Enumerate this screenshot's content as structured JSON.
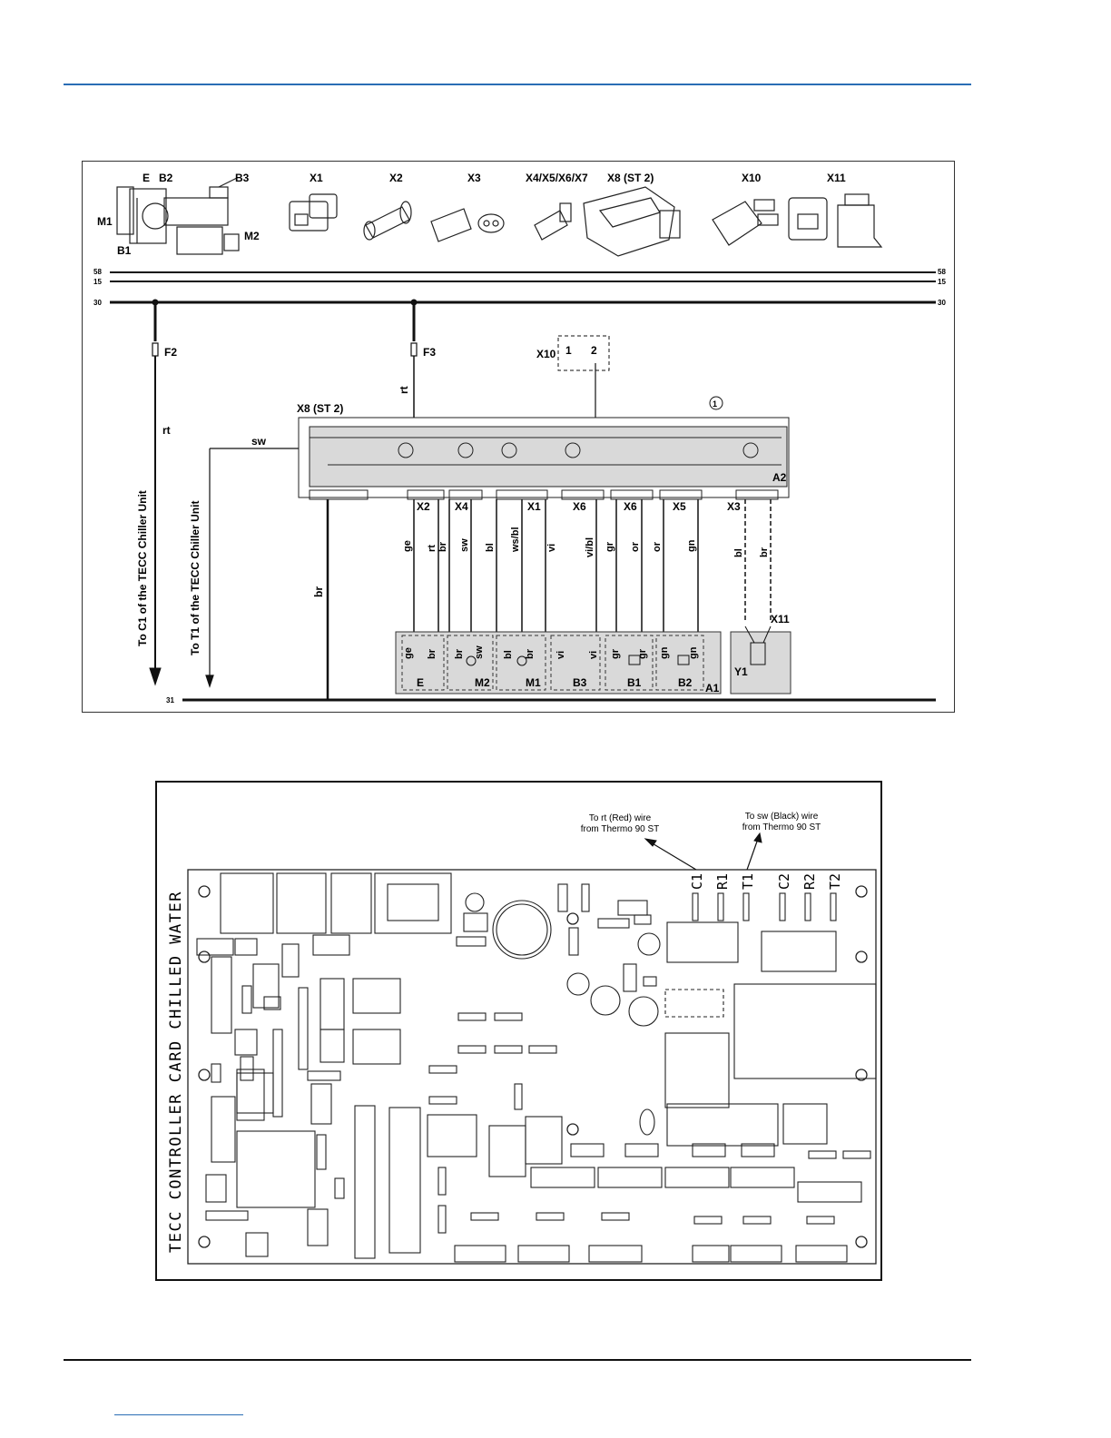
{
  "wiring": {
    "components": {
      "heater": [
        "E",
        "B2",
        "B3",
        "M1",
        "B1",
        "M2"
      ],
      "x1": "X1",
      "x2": "X2",
      "x3": "X3",
      "x4to7": "X4/X5/X6/X7",
      "x8": "X8  (ST  2)",
      "x10": "X10",
      "x11": "X11"
    },
    "rails": {
      "r58": "58",
      "r15": "15",
      "r30": "30",
      "r31": "31"
    },
    "fuses": {
      "f2": "F2",
      "f3": "F3"
    },
    "x10_box": {
      "label": "X10",
      "pin1": "1",
      "pin2": "2"
    },
    "controller": {
      "label": "X8  (ST  2)",
      "circle": "1",
      "a2": "A2"
    },
    "side_wires": {
      "rt": "rt",
      "sw": "sw",
      "br": "br",
      "to_c1": "To C1 of the TECC Chiller Unit",
      "to_t1": "To T1 of the TECC Chiller Unit"
    },
    "plugs": [
      "X2",
      "X4",
      "X1",
      "X6",
      "X6",
      "X5",
      "X3"
    ],
    "bottom_plugs": [
      "A1",
      "X11"
    ],
    "wire_colors": [
      "ge",
      "rt",
      "br",
      "sw",
      "bl",
      "ws/bl",
      "vi",
      "vi/bl",
      "gr",
      "or",
      "or",
      "gn",
      "bl",
      "br"
    ],
    "device_pins": [
      "ge",
      "br",
      "br",
      "sw",
      "bl",
      "br",
      "vi",
      "vi",
      "gr",
      "gr",
      "gn",
      "gn"
    ],
    "devices": [
      "E",
      "M2",
      "M1",
      "B3",
      "B1",
      "B2",
      "A1",
      "Y1"
    ],
    "rt_top": "rt"
  },
  "board": {
    "vertical_title": "TECC CONTROLLER CARD CHILLED WATER",
    "note_rt_line1": "To rt (Red) wire",
    "note_rt_line2": "from Thermo 90 ST",
    "note_sw_line1": "To sw (Black) wire",
    "note_sw_line2": "from Thermo 90 ST",
    "terminals": [
      "C1",
      "R1",
      "T1",
      "C2",
      "R2",
      "T2"
    ]
  }
}
